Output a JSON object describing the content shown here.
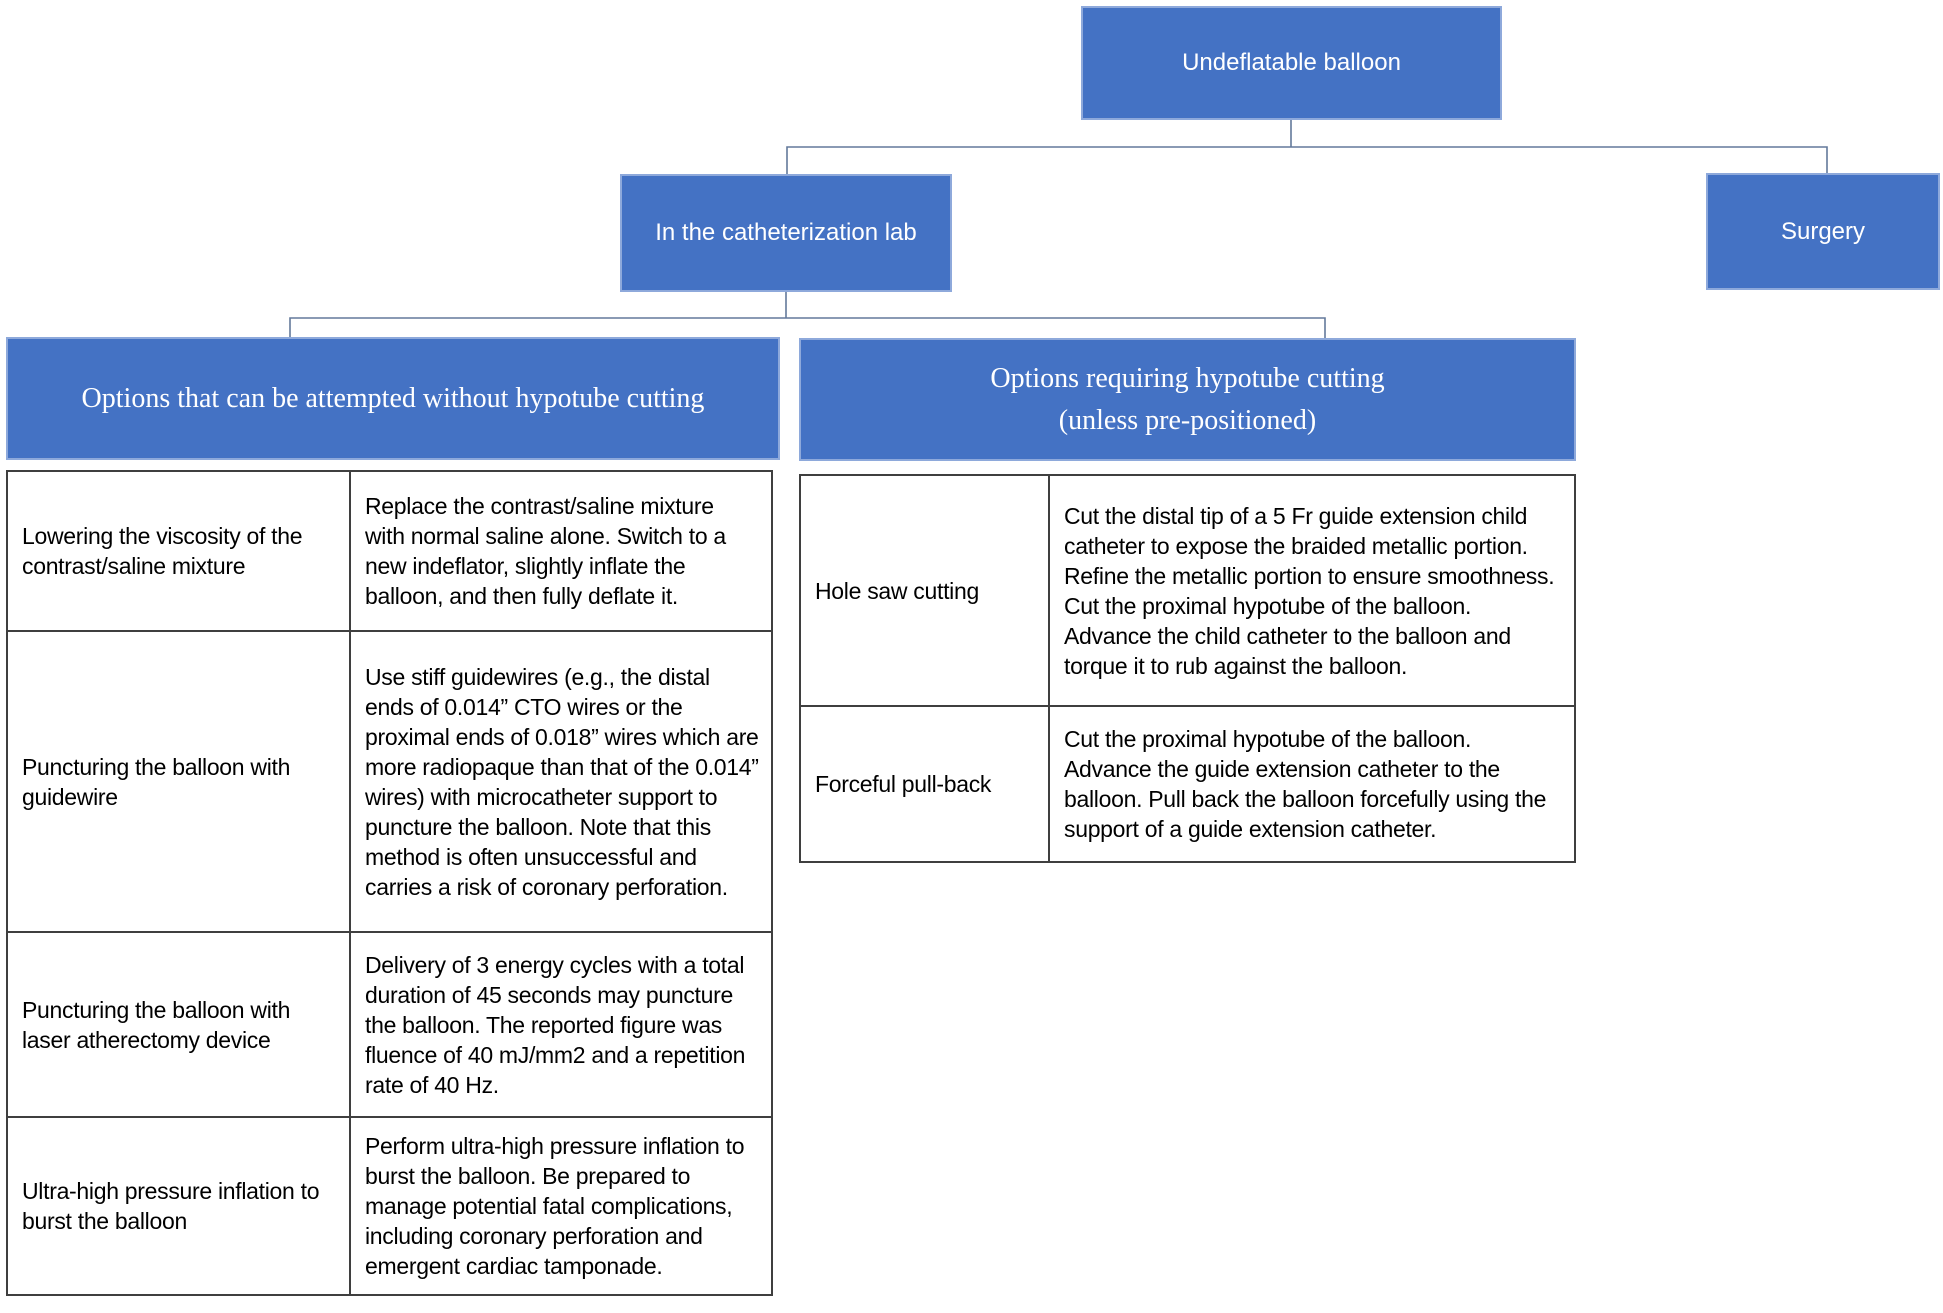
{
  "diagram": {
    "root": {
      "label": "Undeflatable balloon"
    },
    "level2": {
      "cath_lab": {
        "label": "In the catheterization lab"
      },
      "surgery": {
        "label": "Surgery"
      }
    },
    "left_branch": {
      "header": "Options that can be attempted without hypotube cutting",
      "rows": [
        {
          "option": "Lowering the viscosity of the contrast/saline mixture",
          "description": "Replace the contrast/saline mixture with normal saline alone. Switch to a new indeflator, slightly inflate the balloon, and then fully deflate it."
        },
        {
          "option": "Puncturing the balloon with guidewire",
          "description": "Use stiff guidewires (e.g., the distal ends of 0.014” CTO wires or the proximal ends of 0.018” wires which are more radiopaque than that of the 0.014” wires) with microcatheter support to puncture the balloon. Note that this method is often unsuccessful and carries a risk of coronary perforation."
        },
        {
          "option": "Puncturing the balloon with laser atherectomy device",
          "description": "Delivery of 3 energy cycles with a total duration of 45 seconds may puncture the balloon. The reported figure was fluence of 40 mJ/mm2 and a repetition rate of 40 Hz."
        },
        {
          "option": "Ultra-high pressure inflation to burst the balloon",
          "description": "Perform ultra-high pressure inflation to burst the balloon. Be prepared to manage potential fatal complications, including coronary perforation and emergent cardiac tamponade."
        }
      ]
    },
    "right_branch": {
      "header_line1": "Options requiring hypotube cutting",
      "header_line2": "(unless pre-positioned)",
      "rows": [
        {
          "option": "Hole saw cutting",
          "description": "Cut the distal tip of a 5 Fr guide extension child catheter to expose the braided metallic portion. Refine the metallic portion to ensure smoothness. Cut the proximal hypotube of the balloon. Advance the child catheter to the balloon and torque it to rub against the balloon."
        },
        {
          "option": "Forceful pull-back",
          "description": "Cut the proximal hypotube of the balloon. Advance the guide extension catheter to the balloon. Pull back the balloon forcefully using the support of a guide extension catheter."
        }
      ]
    },
    "colors": {
      "node_fill": "#4472C4",
      "node_border": "#8EA9DB",
      "connector": "#63799B",
      "table_border": "#3F3F3F",
      "text_on_blue": "#FFFFFF",
      "table_text": "#000000"
    }
  }
}
